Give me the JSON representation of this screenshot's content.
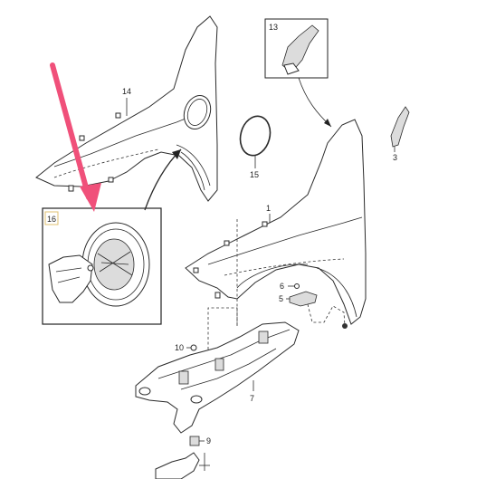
{
  "labels": {
    "p1": "1",
    "p3": "3",
    "p5": "5",
    "p6": "6",
    "p7": "7",
    "p9": "9",
    "p10": "10",
    "p13": "13",
    "p14": "14",
    "p15": "15",
    "p16": "16"
  },
  "colors": {
    "highlight_arrow": "#f0507a",
    "label_box_16": "#e0c070",
    "line": "#2a2a2a"
  }
}
